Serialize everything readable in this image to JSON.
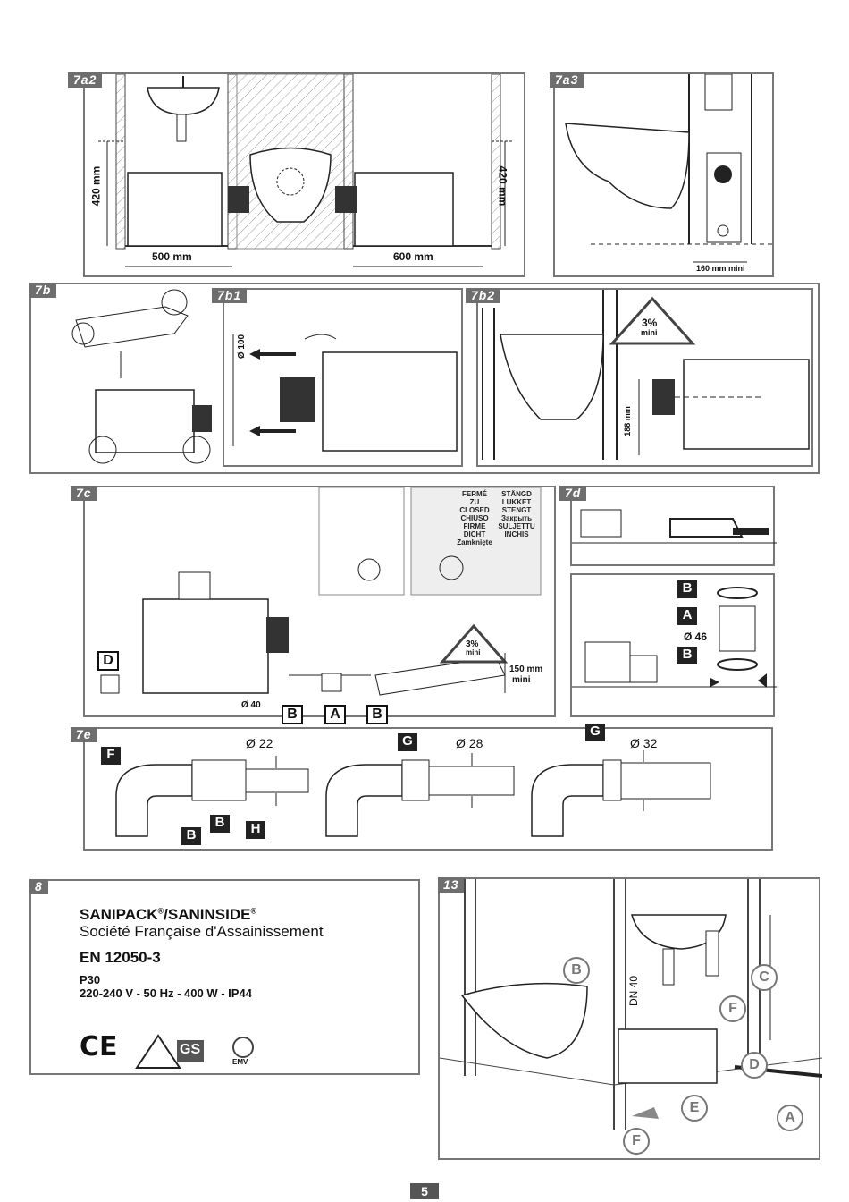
{
  "panels": {
    "p7a2": {
      "tag": "7a2",
      "dim_h_left": "420 mm",
      "dim_h_right": "420 mm",
      "dim_w_left": "500 mm",
      "dim_w_right": "600 mm"
    },
    "p7a3": {
      "tag": "7a3",
      "dim": "160 mm mini"
    },
    "p7b": {
      "tag": "7b"
    },
    "p7b1": {
      "tag": "7b1",
      "dim": "Ø 100"
    },
    "p7b2": {
      "tag": "7b2",
      "slope": "3%",
      "slope_sub": "mini",
      "dim": "188 mm"
    },
    "p7c": {
      "tag": "7c",
      "label_d": "D",
      "dim_40": "Ø 40",
      "dim_150": "150 mm",
      "dim_150_sub": "mini",
      "slope": "3%",
      "slope_sub": "mini",
      "labels": [
        "B",
        "A",
        "B"
      ],
      "closed_left": [
        "FERMÉ",
        "ZU",
        "CLOSED",
        "CHIUSO",
        "FIRME",
        "DICHT",
        "Zamknięte"
      ],
      "closed_right": [
        "STÄNGD",
        "LUKKET",
        "STENGT",
        "Закрыть",
        "SULJETTU",
        "INCHIS"
      ]
    },
    "p7d": {
      "tag": "7d",
      "labels": [
        "B",
        "A",
        "B"
      ],
      "dim": "Ø 46"
    },
    "p7e": {
      "tag": "7e",
      "d22": "Ø 22",
      "d28": "Ø 28",
      "d32": "Ø 32",
      "labels_left": [
        "F",
        "B",
        "B",
        "H"
      ],
      "label_g1": "G",
      "label_g2": "G"
    },
    "p8": {
      "tag": "8",
      "brand": "SANIPACK",
      "brand_sep": "/",
      "brand2": "SANINSIDE",
      "reg": "®",
      "company": "Société Française d'Assainissement",
      "norm": "EN 12050-3",
      "model": "P30",
      "specs": "220-240 V - 50 Hz - 400 W - IP44",
      "mark_ce": "CE",
      "mark_gs": "GS",
      "mark_emv": "EMV"
    },
    "p13": {
      "tag": "13",
      "dn": "DN 40",
      "labels": [
        "B",
        "C",
        "F",
        "D",
        "E",
        "A",
        "F"
      ]
    }
  },
  "page_number": "5"
}
